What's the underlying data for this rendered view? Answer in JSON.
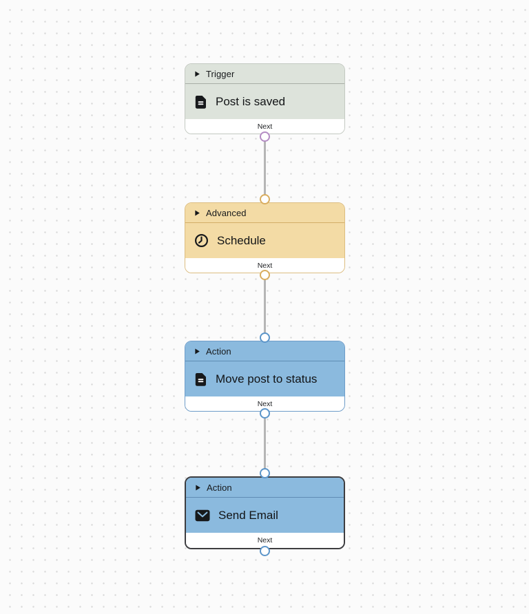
{
  "canvas": {
    "background_color": "#fbfbfb",
    "dot_color": "#d9d9d9"
  },
  "connector": {
    "line_color": "#b5b5b5"
  },
  "nodes": [
    {
      "category": "Trigger",
      "title": "Post is saved",
      "footer": "Next",
      "icon": "document-icon",
      "selected": false,
      "colors": {
        "fill": "#dde3db",
        "border": "#c3c9c1",
        "divider": "#a8aea6",
        "output_handle": "#b48cc4"
      }
    },
    {
      "category": "Advanced",
      "title": "Schedule",
      "footer": "Next",
      "icon": "clock-icon",
      "selected": false,
      "colors": {
        "fill": "#f3dba5",
        "border": "#dcbd80",
        "divider": "#d2ad68",
        "input_handle": "#d9ad5f",
        "output_handle": "#d9ad5f"
      }
    },
    {
      "category": "Action",
      "title": "Move post to status",
      "footer": "Next",
      "icon": "document-icon",
      "selected": false,
      "colors": {
        "fill": "#8bbade",
        "border": "#6d9cc9",
        "divider": "#5f8cb4",
        "input_handle": "#5c95c9",
        "output_handle": "#5c95c9"
      }
    },
    {
      "category": "Action",
      "title": "Send Email",
      "footer": "Next",
      "icon": "mail-icon",
      "selected": true,
      "colors": {
        "fill": "#8bbade",
        "border": "#3d3d40",
        "divider": "#5f8cb4",
        "input_handle": "#5c95c9",
        "output_handle": "#5c95c9"
      }
    }
  ]
}
